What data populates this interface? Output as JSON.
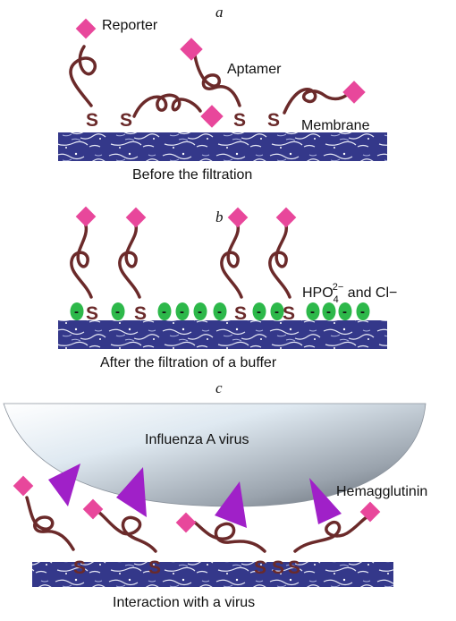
{
  "panels": {
    "a": {
      "letter": "a",
      "caption": "Before the filtration",
      "labels": {
        "reporter": "Reporter",
        "aptamer": "Aptamer",
        "membrane": "Membrane"
      }
    },
    "b": {
      "letter": "b",
      "caption": "After the filtration of a buffer",
      "ions": {
        "prefix": "HPO",
        "subscript": "4",
        "superscript": "2−",
        "suffix": " and Cl−"
      }
    },
    "c": {
      "letter": "c",
      "caption": "Interaction with a virus",
      "labels": {
        "virus": "Influenza A virus",
        "hemagglutinin": "Hemagglutinin"
      }
    }
  },
  "glyphs": {
    "sulfur": "S",
    "minus": "-"
  },
  "colors": {
    "aptamer": "#6b2a2a",
    "reporter": "#e8479b",
    "hemagglutinin": "#a020c8",
    "ion": "#2db84a",
    "membrane": "#3a3e8c",
    "virus": "#9fa9b6"
  }
}
